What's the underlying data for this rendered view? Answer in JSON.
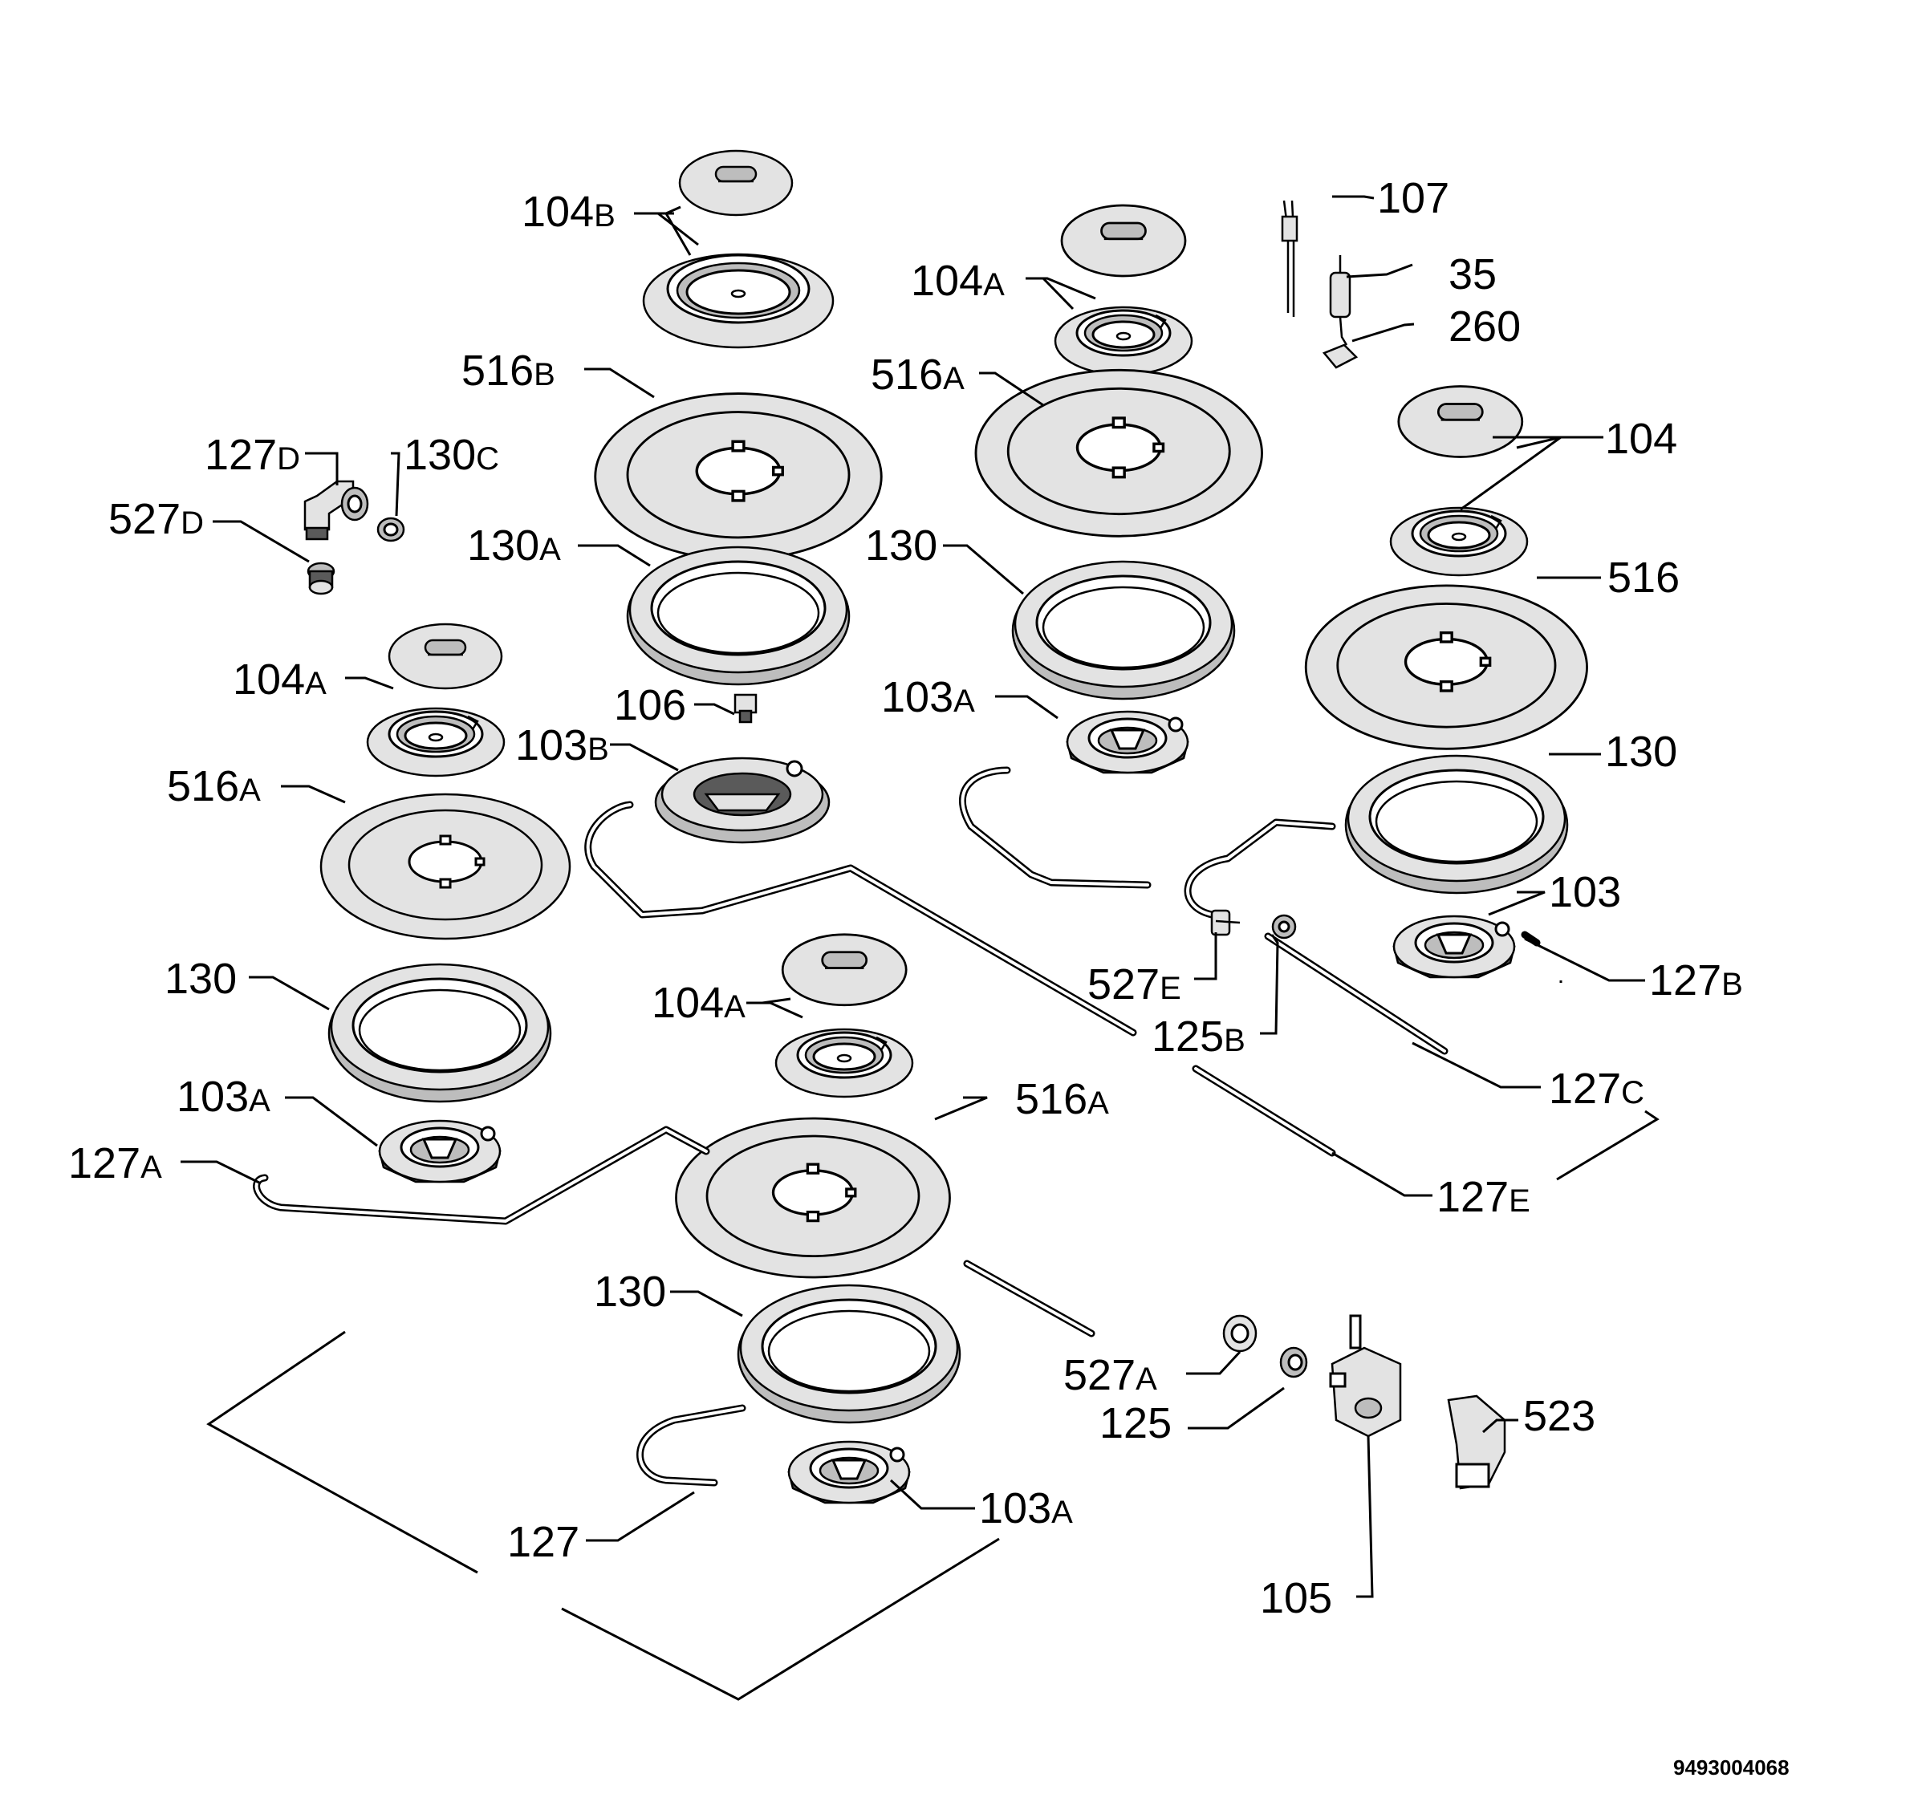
{
  "labels": {
    "l104B": {
      "num": "104",
      "suffix": "B"
    },
    "l104A_1": {
      "num": "104",
      "suffix": "A"
    },
    "l107": {
      "num": "107",
      "suffix": ""
    },
    "l35": {
      "num": "35",
      "suffix": ""
    },
    "l260": {
      "num": "260",
      "suffix": ""
    },
    "l516B": {
      "num": "516",
      "suffix": "B"
    },
    "l516A_1": {
      "num": "516",
      "suffix": "A"
    },
    "l127D": {
      "num": "127",
      "suffix": "D"
    },
    "l130C": {
      "num": "130",
      "suffix": "C"
    },
    "l104": {
      "num": "104",
      "suffix": ""
    },
    "l527D": {
      "num": "527",
      "suffix": "D"
    },
    "l130A": {
      "num": "130",
      "suffix": "A"
    },
    "l130_1": {
      "num": "130",
      "suffix": ""
    },
    "l516": {
      "num": "516",
      "suffix": ""
    },
    "l104A_2": {
      "num": "104",
      "suffix": "A"
    },
    "l106": {
      "num": "106",
      "suffix": ""
    },
    "l103A_1": {
      "num": "103",
      "suffix": "A"
    },
    "l103B": {
      "num": "103",
      "suffix": "B"
    },
    "l130_2": {
      "num": "130",
      "suffix": ""
    },
    "l516A_2": {
      "num": "516",
      "suffix": "A"
    },
    "l103": {
      "num": "103",
      "suffix": ""
    },
    "l130_3": {
      "num": "130",
      "suffix": ""
    },
    "l527E": {
      "num": "527",
      "suffix": "E"
    },
    "l127B": {
      "num": "127",
      "suffix": "B"
    },
    "l104A_3": {
      "num": "104",
      "suffix": "A"
    },
    "l125B": {
      "num": "125",
      "suffix": "B"
    },
    "l127C": {
      "num": "127",
      "suffix": "C"
    },
    "l103A_2": {
      "num": "103",
      "suffix": "A"
    },
    "l516A_3": {
      "num": "516",
      "suffix": "A"
    },
    "l127A": {
      "num": "127",
      "suffix": "A"
    },
    "l127E": {
      "num": "127",
      "suffix": "E"
    },
    "l130_4": {
      "num": "130",
      "suffix": ""
    },
    "l527A": {
      "num": "527",
      "suffix": "A"
    },
    "l523": {
      "num": "523",
      "suffix": ""
    },
    "l125": {
      "num": "125",
      "suffix": ""
    },
    "l127": {
      "num": "127",
      "suffix": ""
    },
    "l103A_3": {
      "num": "103",
      "suffix": "A"
    },
    "l105": {
      "num": "105",
      "suffix": ""
    }
  },
  "document_number": "9493004068"
}
